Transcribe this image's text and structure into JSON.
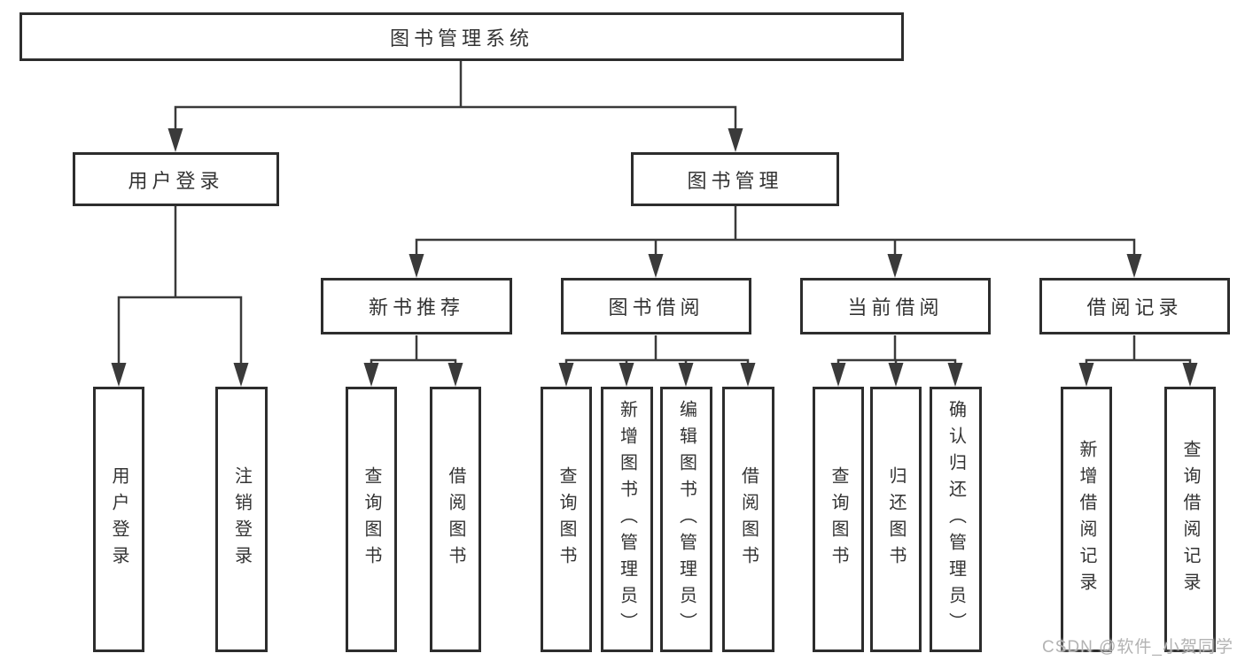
{
  "colors": {
    "background": "#ffffff",
    "line": "#3a3a3a",
    "box-border": "#2d2d2d",
    "box-bg": "#ffffff",
    "text": "#333333",
    "watermark": "#b3b3b3"
  },
  "watermark": "CSDN @软件_小贺同学",
  "tree": {
    "root": "图书管理系统",
    "branches": [
      {
        "label": "用户登录",
        "children": [
          "用户登录",
          "注销登录"
        ]
      },
      {
        "label": "图书管理",
        "children": [
          {
            "label": "新书推荐",
            "children": [
              "查询图书",
              "借阅图书"
            ]
          },
          {
            "label": "图书借阅",
            "children": [
              "查询图书",
              "新增图书（管理员）",
              "编辑图书（管理员）",
              "借阅图书"
            ]
          },
          {
            "label": "当前借阅",
            "children": [
              "查询图书",
              "归还图书",
              "确认归还（管理员）"
            ]
          },
          {
            "label": "借阅记录",
            "children": [
              "新增借阅记录",
              "查询借阅记录"
            ]
          }
        ]
      }
    ]
  }
}
